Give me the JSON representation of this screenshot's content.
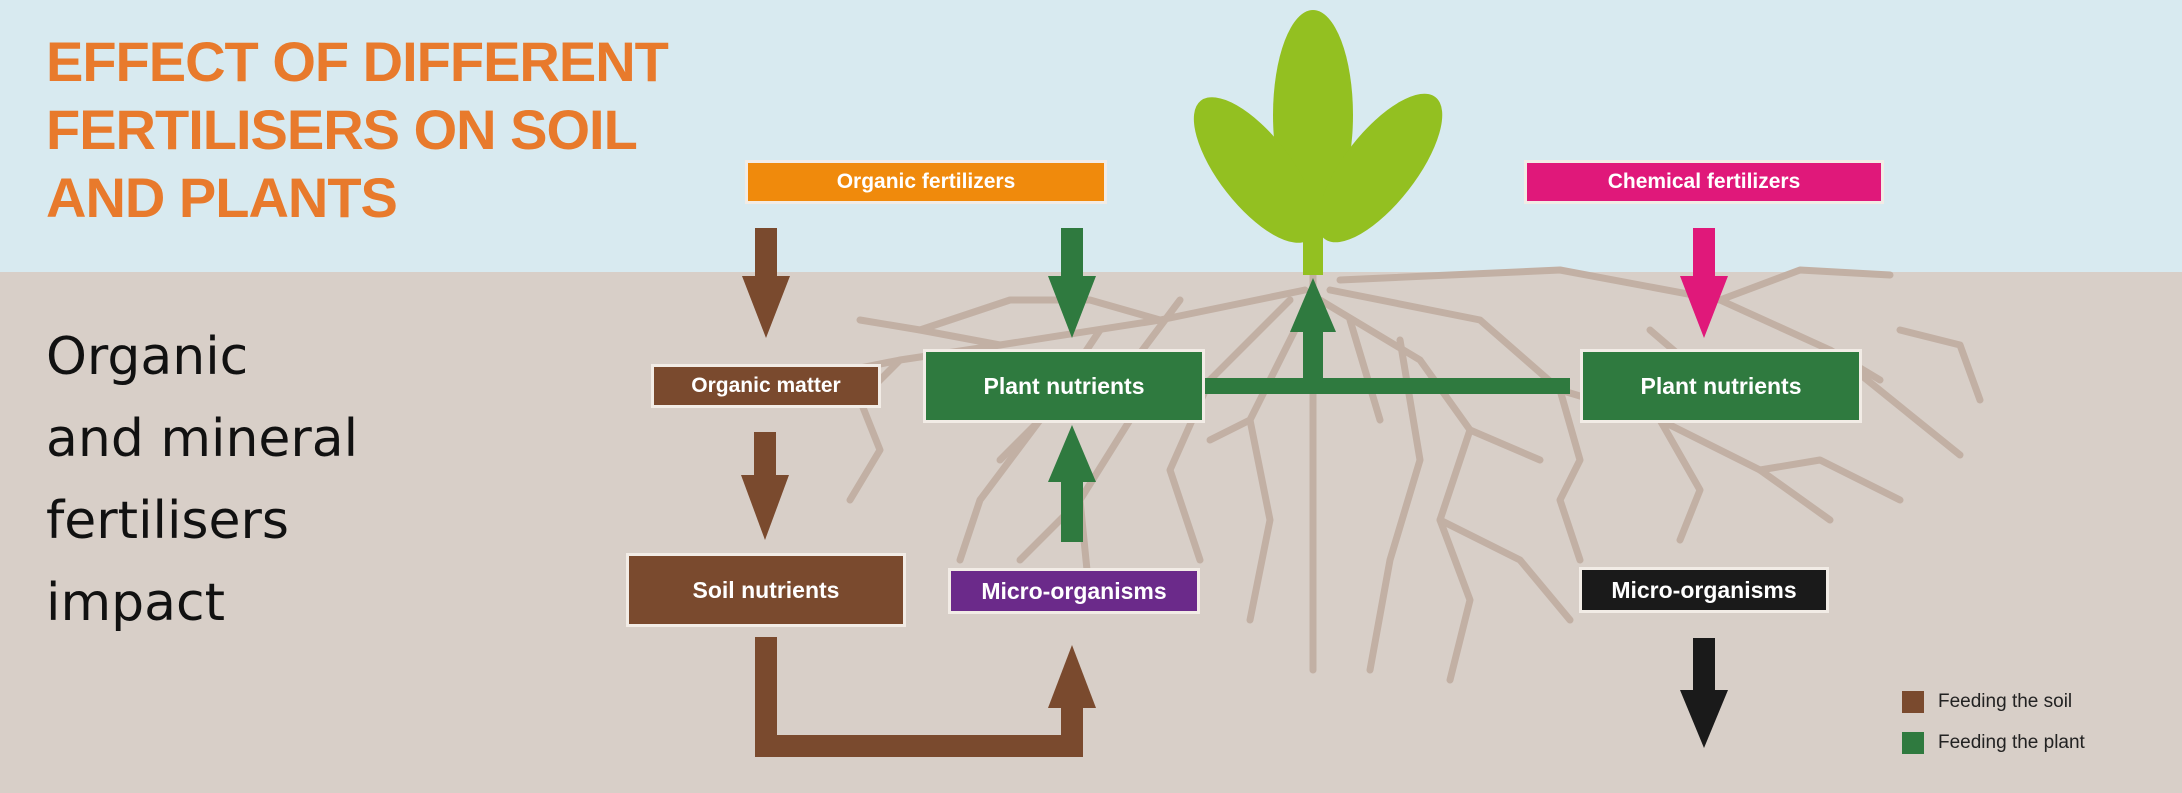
{
  "title": "EFFECT OF DIFFERENT\nFERTILISERS ON SOIL\nAND PLANTS",
  "subtitle": "Organic\nand mineral\nfertilisers\nimpact",
  "nodes": {
    "organic_fertilizers": "Organic fertilizers",
    "chemical_fertilizers": "Chemical fertilizers",
    "organic_matter": "Organic matter",
    "plant_nutrients_left": "Plant nutrients",
    "plant_nutrients_right": "Plant nutrients",
    "soil_nutrients": "Soil nutrients",
    "micro_organisms_left": "Micro-organisms",
    "micro_organisms_right": "Micro-organisms"
  },
  "legend": [
    {
      "label": "Feeding the soil",
      "color": "#7a4a2e"
    },
    {
      "label": "Feeding the plant",
      "color": "#2f7a3f"
    }
  ],
  "colors": {
    "sky": "#d8eaf0",
    "soil": "#d8cfc8",
    "title": "#e87a2c",
    "organic_fertilizers": "#f08a0c",
    "chemical_fertilizers": "#e0187a",
    "feeding_soil": "#7a4a2e",
    "feeding_plant": "#2f7a3f",
    "micro_left": "#6b2a8a",
    "micro_right": "#1a1a1a",
    "roots": "#c2b0a4",
    "leaves": "#93c021"
  }
}
